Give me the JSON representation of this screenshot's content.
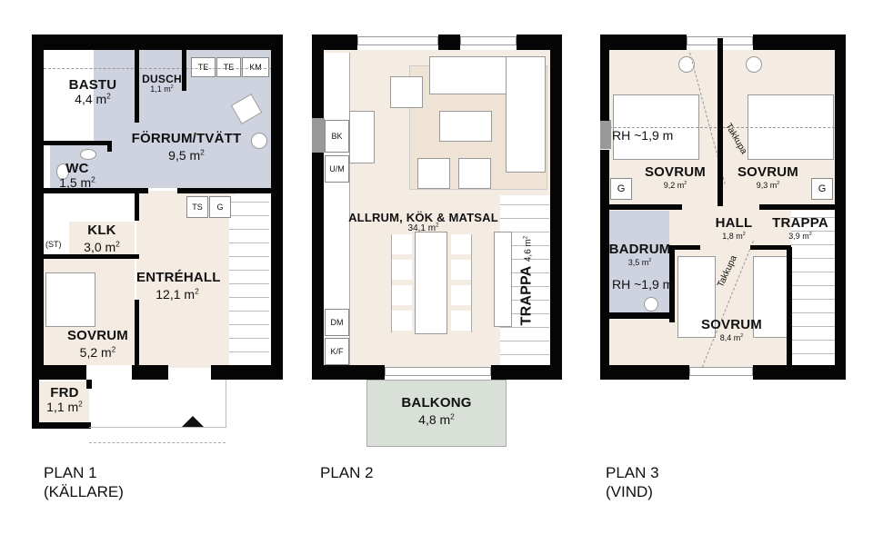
{
  "plans": [
    {
      "id": "plan1",
      "title_line1": "PLAN 1",
      "title_line2": "(KÄLLARE)",
      "rooms": {
        "bastu": {
          "name": "BASTU",
          "area": "4,4 m"
        },
        "dusch": {
          "name": "DUSCH",
          "area": "1,1 m"
        },
        "forrum": {
          "name": "FÖRRUM/TVÄTT",
          "area": "9,5 m"
        },
        "wc": {
          "name": "WC",
          "area": "1,5 m"
        },
        "klk": {
          "name": "KLK",
          "area": "3,0 m",
          "note": "(ST)"
        },
        "entrehall": {
          "name": "ENTRÉHALL",
          "area": "12,1 m"
        },
        "sovrum": {
          "name": "SOVRUM",
          "area": "5,2 m"
        },
        "frd": {
          "name": "FRD",
          "area": "1,1 m"
        }
      },
      "appliances": [
        "TE",
        "TE",
        "KM",
        "TS",
        "G"
      ]
    },
    {
      "id": "plan2",
      "title_line1": "PLAN 2",
      "rooms": {
        "allrum": {
          "name": "ALLRUM, KÖK & MATSAL",
          "area": "34,1 m"
        },
        "trappa": {
          "name": "TRAPPA",
          "area": "4,6 m"
        },
        "balkong": {
          "name": "BALKONG",
          "area": "4,8 m"
        }
      },
      "appliances": [
        "BK",
        "U/M",
        "DM",
        "K/F"
      ]
    },
    {
      "id": "plan3",
      "title_line1": "PLAN 3",
      "title_line2": "(VIND)",
      "rooms": {
        "sovrum_left": {
          "name": "SOVRUM",
          "area": "9,2 m"
        },
        "sovrum_right": {
          "name": "SOVRUM",
          "area": "9,3 m"
        },
        "hall": {
          "name": "HALL",
          "area": "1,8 m"
        },
        "trappa": {
          "name": "TRAPPA",
          "area": "3,9 m"
        },
        "badrum": {
          "name": "BADRUM",
          "area": "3,5 m"
        },
        "sovrum_bottom": {
          "name": "SOVRUM",
          "area": "8,4 m"
        }
      },
      "notes": {
        "rh_top": "RH ~1,9 m",
        "rh_bad": "RH ~1,9 m",
        "takkupa": "Takkupa"
      },
      "appliances": [
        "G",
        "G"
      ]
    }
  ],
  "units": {
    "sq": "2"
  },
  "colors": {
    "wall": "#050505",
    "living": "#f4ebe3",
    "wet": "#cfd3e0",
    "balcony": "#d8e0d8"
  }
}
